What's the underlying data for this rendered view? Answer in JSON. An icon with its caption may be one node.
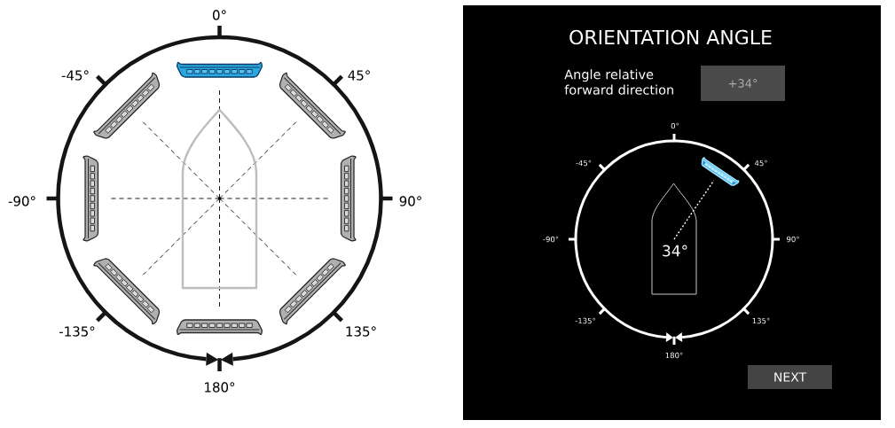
{
  "diagram": {
    "nodes": [
      {
        "text": [
          "ORIENTATION ANGLE",
          "Angle relative forward direction"
        ]
      },
      {
        "text": [
          "+34°"
        ],
        "in": 0
      },
      {
        "text": [
          "NEXT"
        ],
        "in": 0
      }
    ],
    "labels": [
      "0°",
      "-45°",
      "45°",
      "-90°",
      "90°",
      "-135°",
      "135°",
      "180°",
      "0°",
      "-45°",
      "45°",
      "-90°",
      "90°",
      "34°",
      "-135°",
      "135°",
      "180°"
    ]
  }
}
